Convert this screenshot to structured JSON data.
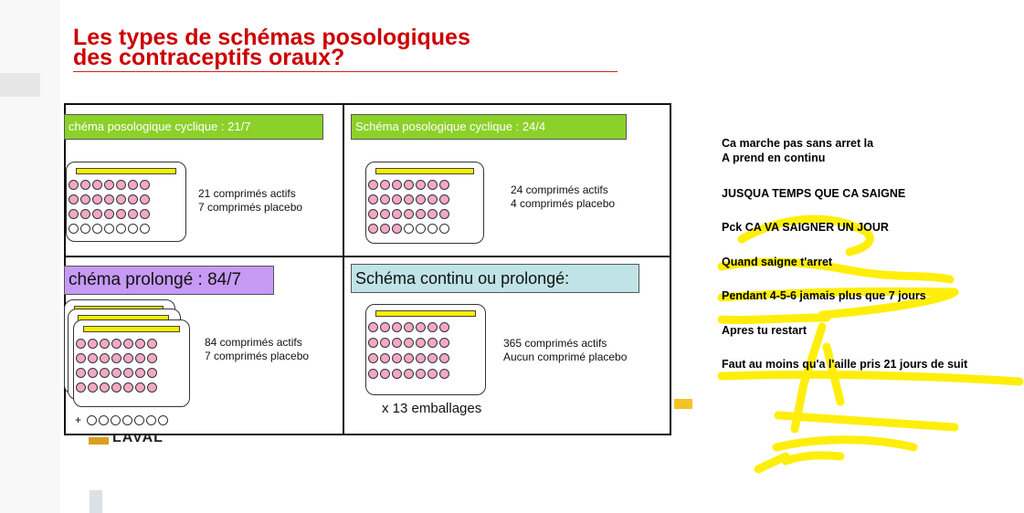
{
  "slide": {
    "title_line1": "Les types de schémas posologiques",
    "title_line2": "des contraceptifs oraux?",
    "logo_text": "LAVAL"
  },
  "quadrants": {
    "q1": {
      "label": "chéma posologique cyclique : 21/7",
      "line1": "21 comprimés actifs",
      "line2": "7 comprimés placebo"
    },
    "q2": {
      "label": "Schéma posologique cyclique : 24/4",
      "line1": "24 comprimés actifs",
      "line2": "4 comprimés placebo"
    },
    "q3": {
      "label": "chéma prolongé : 84/7",
      "line1": "84 comprimés actifs",
      "line2": "7 comprimés placebo",
      "plus": "+"
    },
    "q4": {
      "label": "Schéma continu ou prolongé:",
      "line1": "365 comprimés actifs",
      "line2": "Aucun comprimé placebo",
      "footer": "x 13 emballages"
    }
  },
  "notes": [
    "Ca marche pas sans arret la",
    "A prend en continu",
    "JUSQUA TEMPS QUE CA SAIGNE",
    "Pck CA VA SAIGNER UN JOUR",
    "Quand saigne t'arret",
    "Pendant 4-5-6 jamais plus que 7 jours",
    "Apres tu restart",
    "Faut au moins qu'a l'aille pris 21 jours de suit"
  ],
  "colors": {
    "title": "#cc0000",
    "highlight": "#ffee00",
    "label_green": "#8cd02a",
    "label_purple": "#c79af5",
    "label_blue": "#bfe3e6",
    "pill_active": "#f2a8c6"
  }
}
